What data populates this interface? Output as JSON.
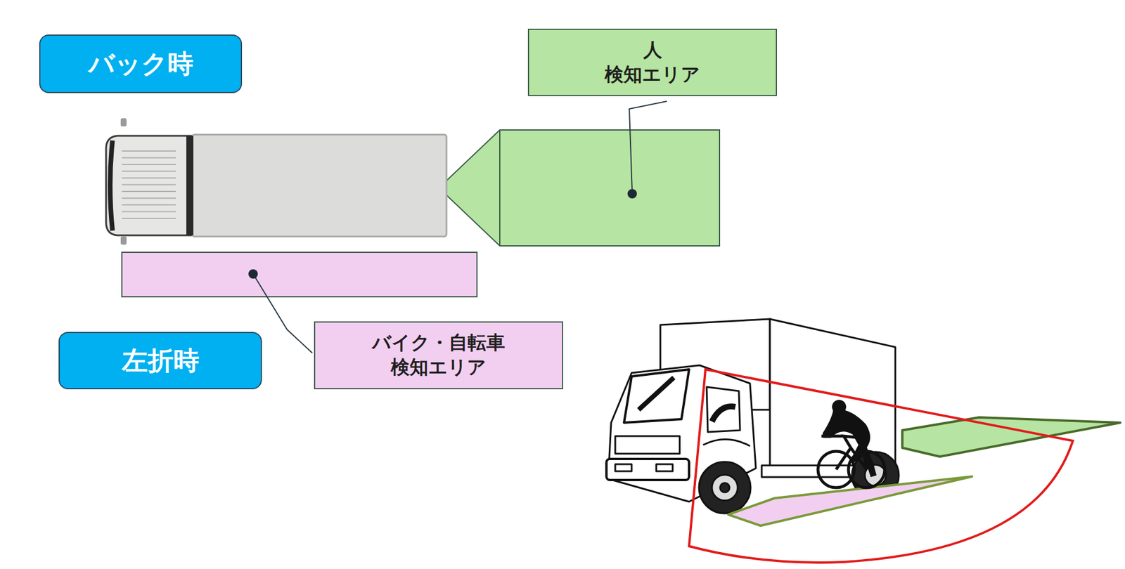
{
  "diagram": {
    "nodes": [
      {
        "text": [
          "バック時"
        ]
      },
      {
        "text": [
          "人 検知エリア"
        ]
      },
      {
        "text": [
          "バイク・自転車 検知エリア"
        ]
      },
      {
        "text": [
          "左折時"
        ]
      }
    ]
  }
}
